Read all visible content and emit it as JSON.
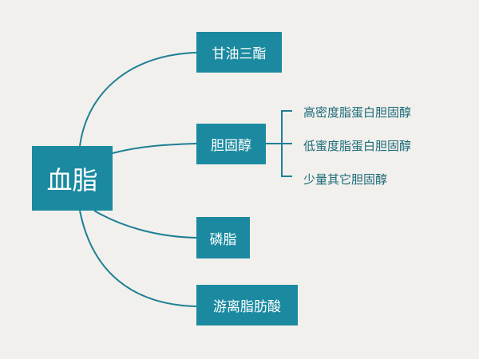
{
  "root": "血脂",
  "branches": [
    {
      "label": "甘油三酯"
    },
    {
      "label": "胆固醇",
      "children": [
        "高密度脂蛋白胆固醇",
        "低蜜度脂蛋白胆固醇",
        "少量其它胆固醇"
      ]
    },
    {
      "label": "磷脂"
    },
    {
      "label": "游离脂肪酸"
    }
  ],
  "colors": {
    "node_fill": "#1b8aa0",
    "line": "#1f7f95",
    "leaf_text": "#1b6a7a",
    "background": "#f1f0ec"
  }
}
